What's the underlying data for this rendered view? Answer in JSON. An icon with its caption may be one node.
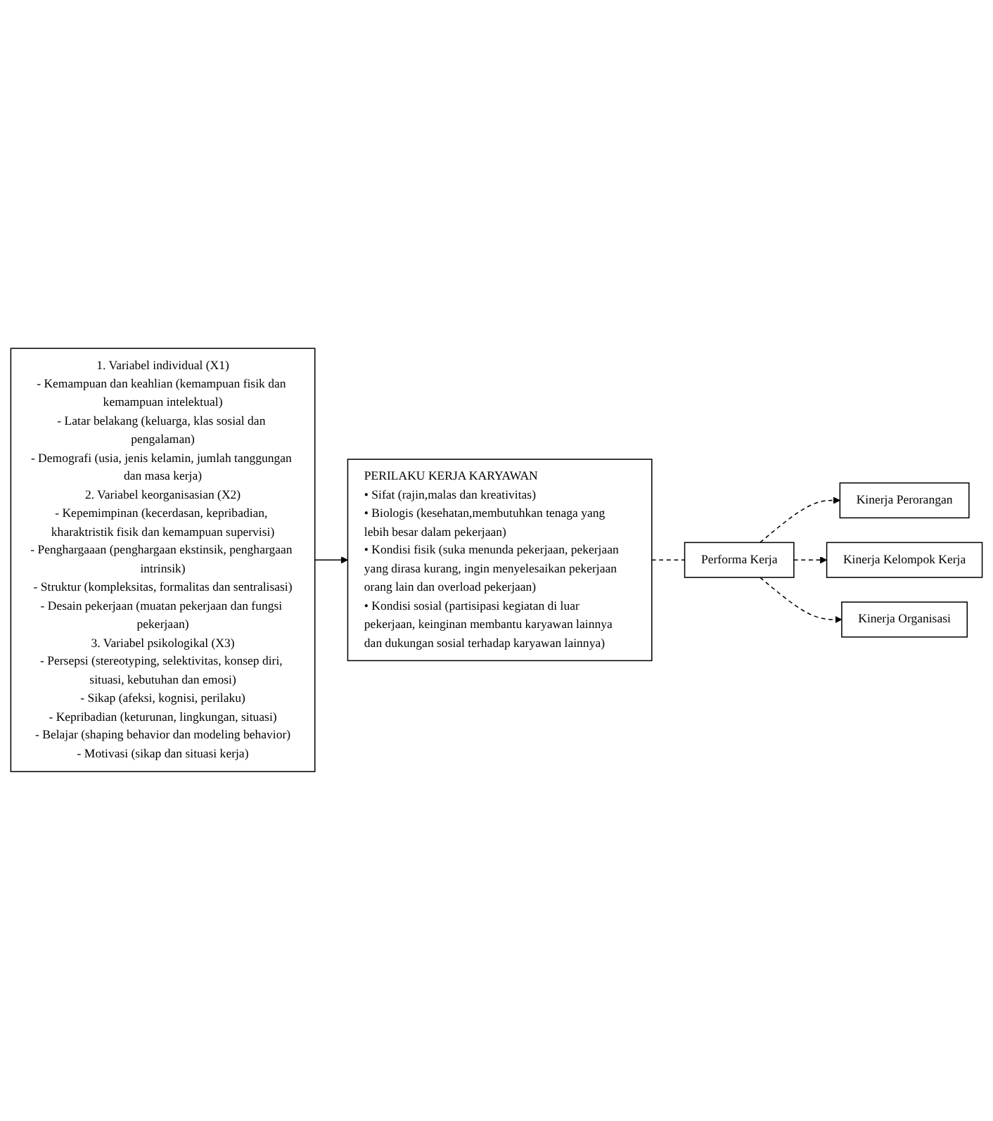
{
  "diagram": {
    "nodes": [
      {
        "text": [
          "1. Variabel individual (X1)",
          "- Kemampuan dan keahlian (kemampuan fisik dan kemampuan intelektual)",
          "- Latar belakang (keluarga, klas sosial dan pengalaman)",
          "- Demografi (usia, jenis kelamin, jumlah tanggungan dan masa kerja)",
          "2. Variabel keorganisasian (X2)",
          "- Kepemimpinan (kecerdasan, kepribadian, kharaktristik fisik dan kemampuan supervisi)",
          "- Penghargaaan (penghargaan ekstinsik, penghargaan intrinsik)",
          "- Struktur (kompleksitas, formalitas dan sentralisasi)",
          "- Desain pekerjaan (muatan pekerjaan dan fungsi pekerjaan)",
          "3. Variabel psikologikal (X3)",
          "- Persepsi (stereotyping, selektivitas, konsep diri, situasi, kebutuhan dan emosi)",
          "- Sikap (afeksi, kognisi, perilaku)",
          "- Kepribadian (keturunan, lingkungan, situasi)",
          "- Belajar (shaping behavior dan modeling behavior)",
          "- Motivasi (sikap dan situasi kerja)"
        ]
      },
      {
        "text": [
          "PERILAKU KERJA KARYAWAN",
          "• Sifat (rajin,malas dan kreativitas)",
          "• Biologis (kesehatan,membutuhkan tenaga yang lebih besar dalam pekerjaan)",
          "• Kondisi fisik (suka menunda pekerjaan, pekerjaan yang dirasa kurang, ingin menyelesaikan pekerjaan orang lain dan overload pekerjaan)",
          "• Kondisi sosial (partisipasi kegiatan di luar pekerjaan, keinginan membantu karyawan lainnya dan dukungan sosial terhadap karyawan lainnya)"
        ]
      },
      {
        "text": [
          "Performa Kerja"
        ]
      },
      {
        "text": [
          "Kinerja Perorangan"
        ]
      },
      {
        "text": [
          "Kinerja Kelompok Kerja"
        ]
      },
      {
        "text": [
          "Kinerja Organisasi"
        ]
      }
    ],
    "edges": [
      {
        "from": 0,
        "to": 1,
        "arrow": "to"
      },
      {
        "from": 1,
        "to": 2,
        "arrow": "none",
        "style": "dashed"
      },
      {
        "from": 2,
        "to": 3,
        "arrow": "to",
        "style": "dashed"
      },
      {
        "from": 2,
        "to": 4,
        "arrow": "to",
        "style": "dashed"
      },
      {
        "from": 2,
        "to": 5,
        "arrow": "to",
        "style": "dashed"
      }
    ]
  }
}
